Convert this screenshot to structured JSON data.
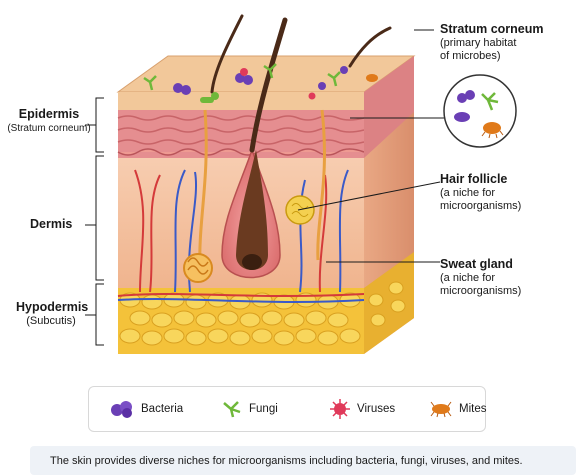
{
  "labels": {
    "epidermis": {
      "title": "Epidermis",
      "sub": "(Stratum corneum)"
    },
    "dermis": {
      "title": "Dermis"
    },
    "hypodermis": {
      "title": "Hypodermis",
      "sub": "(Subcutis)"
    },
    "stratum_corneum": {
      "title": "Stratum corneum",
      "sub1": "(primary habitat",
      "sub2": "of microbes)"
    },
    "hair_follicle": {
      "title": "Hair follicle",
      "sub1": "(a niche for",
      "sub2": "microorganisms)"
    },
    "sweat_gland": {
      "title": "Sweat gland",
      "sub1": "(a niche for",
      "sub2": "microorganisms)"
    }
  },
  "legend": [
    {
      "icon": "bacteria-icon",
      "label": "Bacteria",
      "color": "#6a3fb5"
    },
    {
      "icon": "fungi-icon",
      "label": "Fungi",
      "color": "#6fb83a"
    },
    {
      "icon": "virus-icon",
      "label": "Viruses",
      "color": "#e03a5a"
    },
    {
      "icon": "mite-icon",
      "label": "Mites",
      "color": "#e07a1a"
    }
  ],
  "caption": "The skin provides diverse niches for microorganisms including bacteria, fungi, viruses, and mites.",
  "colors": {
    "epidermis": "#e89a9a",
    "dermis": "#f7c7a8",
    "fat": "#f4c23a",
    "hair": "#4a2a18"
  }
}
